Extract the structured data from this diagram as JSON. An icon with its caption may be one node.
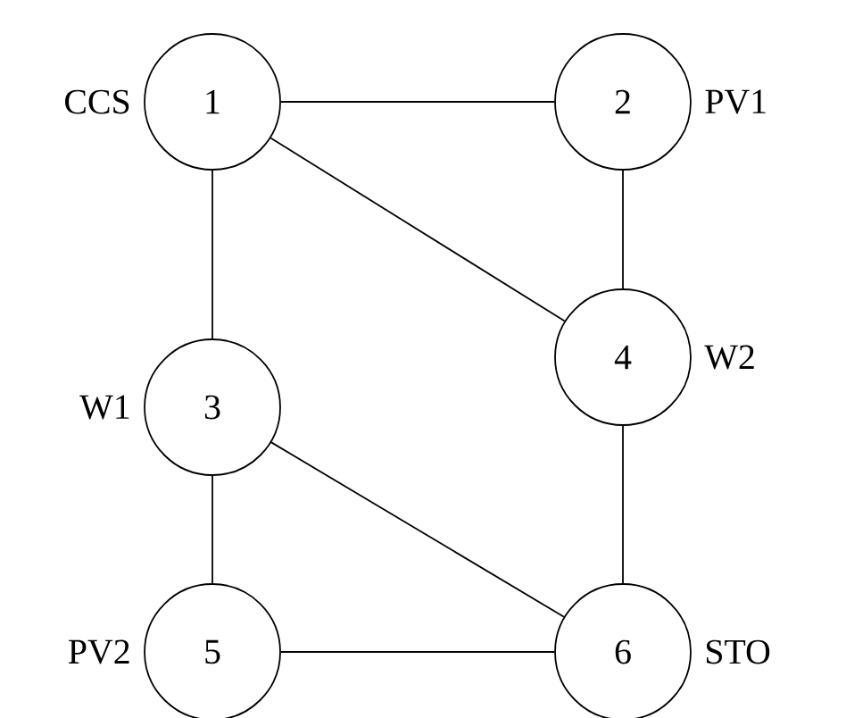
{
  "diagram": {
    "nodes": [
      {
        "text": [
          "1"
        ],
        "beside": [
          "CCS"
        ]
      },
      {
        "text": [
          "2"
        ],
        "beside": [
          "PV1"
        ]
      },
      {
        "text": [
          "3"
        ],
        "beside": [
          "W1"
        ]
      },
      {
        "text": [
          "4"
        ],
        "beside": [
          "W2"
        ]
      },
      {
        "text": [
          "5"
        ],
        "beside": [
          "PV2"
        ]
      },
      {
        "text": [
          "6"
        ],
        "beside": [
          "STO"
        ]
      }
    ],
    "edges": [
      {
        "from": 0,
        "to": 1,
        "arrow": "none"
      },
      {
        "from": 0,
        "to": 2,
        "arrow": "none"
      },
      {
        "from": 0,
        "to": 3,
        "arrow": "none"
      },
      {
        "from": 1,
        "to": 3,
        "arrow": "none"
      },
      {
        "from": 2,
        "to": 4,
        "arrow": "none"
      },
      {
        "from": 2,
        "to": 5,
        "arrow": "none"
      },
      {
        "from": 3,
        "to": 5,
        "arrow": "none"
      },
      {
        "from": 4,
        "to": 5,
        "arrow": "none"
      }
    ]
  }
}
